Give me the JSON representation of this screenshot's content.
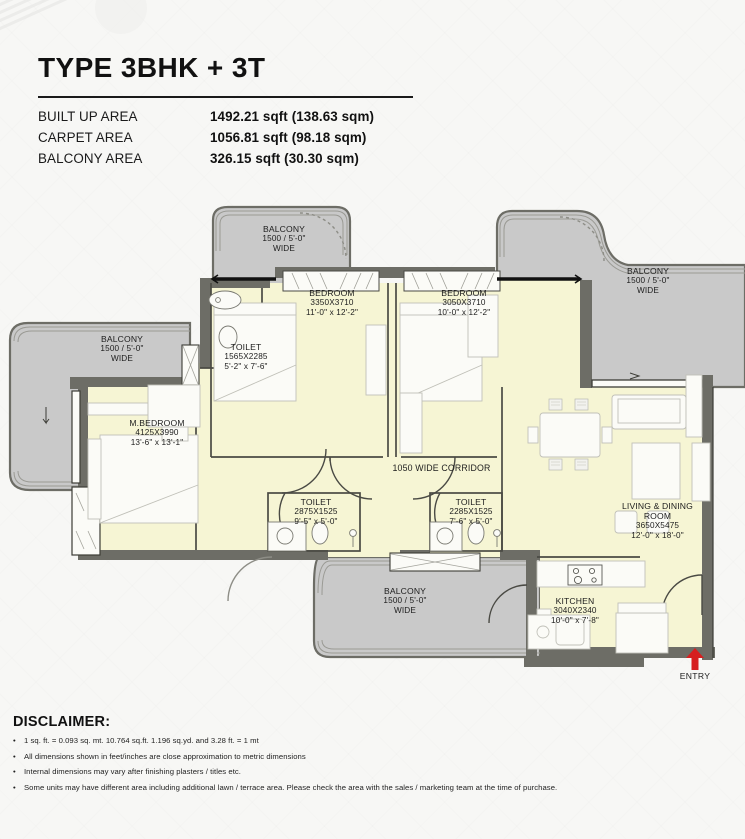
{
  "header": {
    "title": "TYPE 3BHK + 3T",
    "areas": [
      {
        "label": "BUILT UP AREA",
        "value": "1492.21 sqft (138.63 sqm)"
      },
      {
        "label": "CARPET AREA",
        "value": "1056.81 sqft (98.18 sqm)"
      },
      {
        "label": "BALCONY AREA",
        "value": "326.15 sqft (30.30 sqm)"
      }
    ]
  },
  "plan": {
    "rooms": [
      {
        "id": "balcony-top",
        "name": "BALCONY",
        "line2": "1500 / 5'-0\"",
        "line3": "WIDE"
      },
      {
        "id": "balcony-right",
        "name": "BALCONY",
        "line2": "1500 / 5'-0\"",
        "line3": "WIDE"
      },
      {
        "id": "balcony-left",
        "name": "BALCONY",
        "line2": "1500 / 5'-0\"",
        "line3": "WIDE"
      },
      {
        "id": "balcony-bottom",
        "name": "BALCONY",
        "line2": "1500 / 5'-0\"",
        "line3": "WIDE"
      },
      {
        "id": "bedroom-1",
        "name": "BEDROOM",
        "line2": "3350X3710",
        "line3": "11'-0\" x 12'-2\""
      },
      {
        "id": "bedroom-2",
        "name": "BEDROOM",
        "line2": "3050X3710",
        "line3": "10'-0\" x 12'-2\""
      },
      {
        "id": "master-bedroom",
        "name": "M.BEDROOM",
        "line2": "4125X3990",
        "line3": "13'-6\" x 13'-1\""
      },
      {
        "id": "toilet-1",
        "name": "TOILET",
        "line2": "1565X2285",
        "line3": "5'-2\" x 7'-6\""
      },
      {
        "id": "toilet-2",
        "name": "TOILET",
        "line2": "2875X1525",
        "line3": "9'-5\" x 5'-0\""
      },
      {
        "id": "toilet-3",
        "name": "TOILET",
        "line2": "2285X1525",
        "line3": "7'-6\" x 5'-0\""
      },
      {
        "id": "living-dining",
        "name": "LIVING & DINING",
        "line2": "ROOM",
        "line3": "3650X5475",
        "line4": "12'-0\" x 18'-0\""
      },
      {
        "id": "kitchen",
        "name": "KITCHEN",
        "line2": "3040X2340",
        "line3": "10'-0\" x 7'-8\""
      }
    ],
    "corridor_label": "1050 WIDE CORRIDOR",
    "entry_label": "ENTRY",
    "colors": {
      "room_fill": "#f6f5d4",
      "balcony_fill": "#c9c9c9",
      "wall": "#6d6d66",
      "outline": "#33332e",
      "entry_arrow": "#d61f1f"
    }
  },
  "disclaimer": {
    "title": "DISCLAIMER:",
    "items": [
      "1 sq. ft. = 0.093 sq. mt. 10.764 sq.ft. 1.196 sq.yd. and 3.28 ft. = 1 mt",
      "All dimensions shown in feet/inches are close approximation to metric dimensions",
      "Internal dimensions may vary after finishing plasters / titles etc.",
      "Some units may have different area including  additional lawn / terrace area. Please check the area with the sales / marketing team at the time of purchase."
    ],
    "bullet": "•"
  }
}
